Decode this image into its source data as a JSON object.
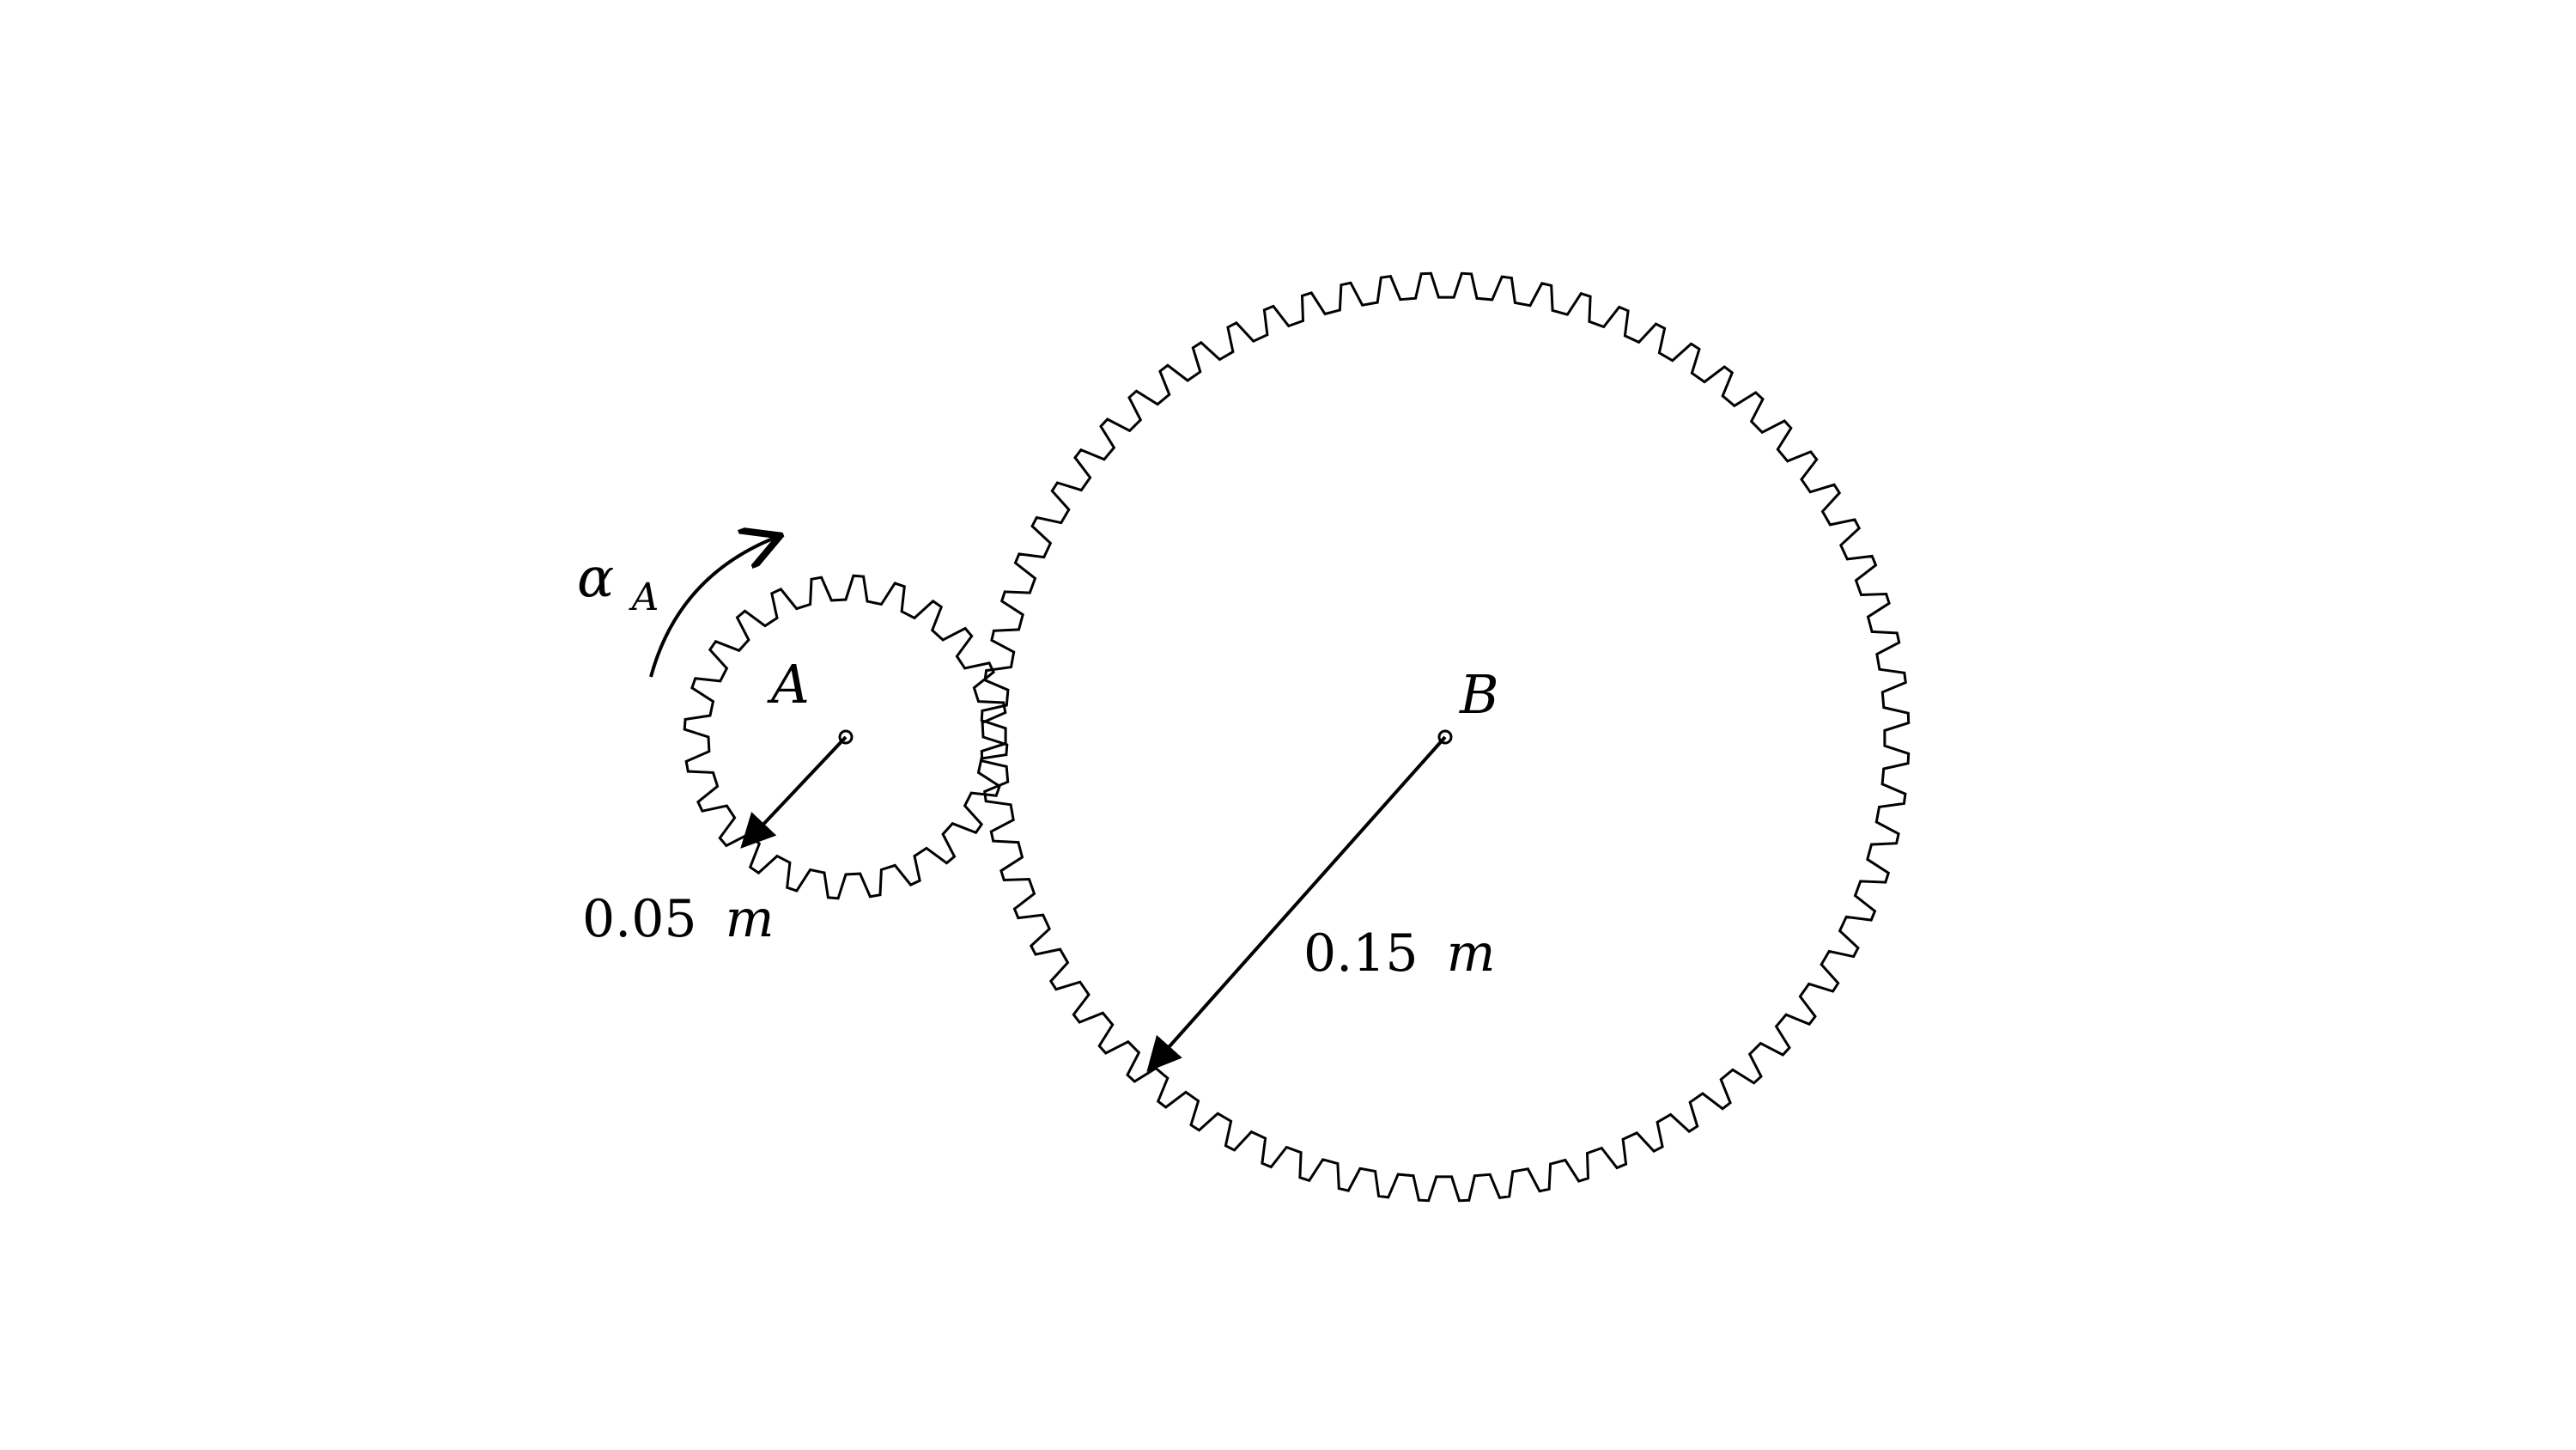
{
  "figure": {
    "gear_a": {
      "label": "A",
      "radius_label_value": "0.05",
      "radius_label_unit": "m",
      "teeth": 24
    },
    "gear_b": {
      "label": "B",
      "radius_label_value": "0.15",
      "radius_label_unit": "m",
      "teeth": 72
    },
    "angular_acceleration": {
      "symbol": "α",
      "subscript": "A",
      "direction": "clockwise"
    }
  }
}
